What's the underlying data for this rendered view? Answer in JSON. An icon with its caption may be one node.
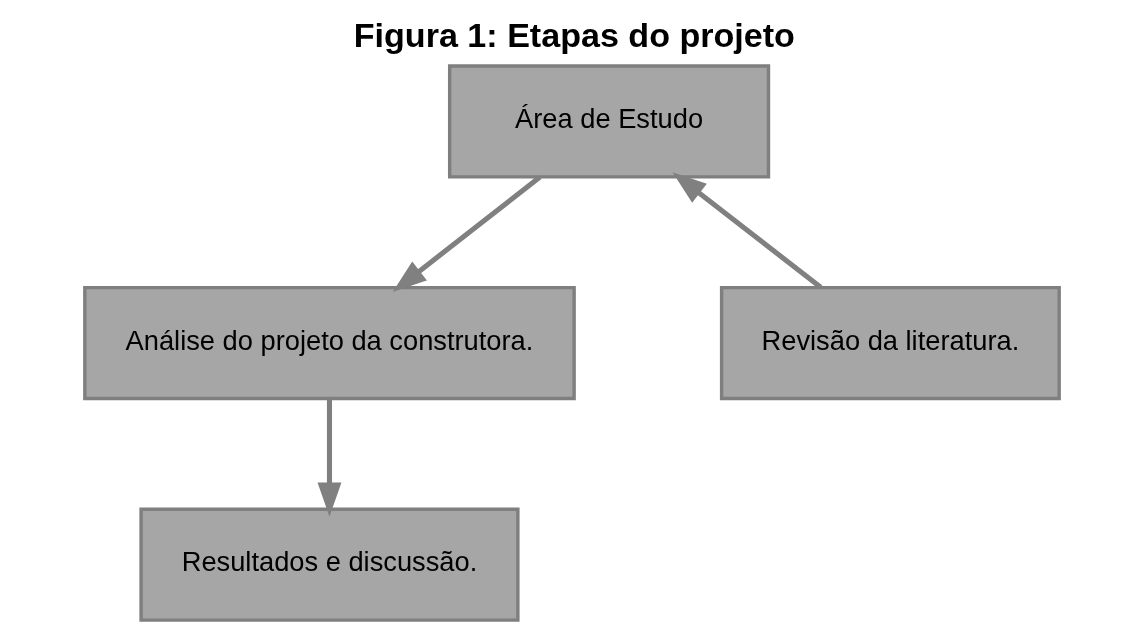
{
  "diagram": {
    "title": "Figura 1: Etapas do projeto",
    "nodes": [
      {
        "text": [
          "Área de Estudo"
        ]
      },
      {
        "text": [
          "Análise do projeto da construtora."
        ]
      },
      {
        "text": [
          "Resultados e discussão."
        ]
      },
      {
        "text": [
          "Revisão da literatura."
        ]
      }
    ],
    "edges": [
      {
        "from": 3,
        "to": 0,
        "arrow": "to"
      },
      {
        "from": 0,
        "to": 1,
        "arrow": "to"
      },
      {
        "from": 1,
        "to": 2,
        "arrow": "to"
      }
    ]
  }
}
